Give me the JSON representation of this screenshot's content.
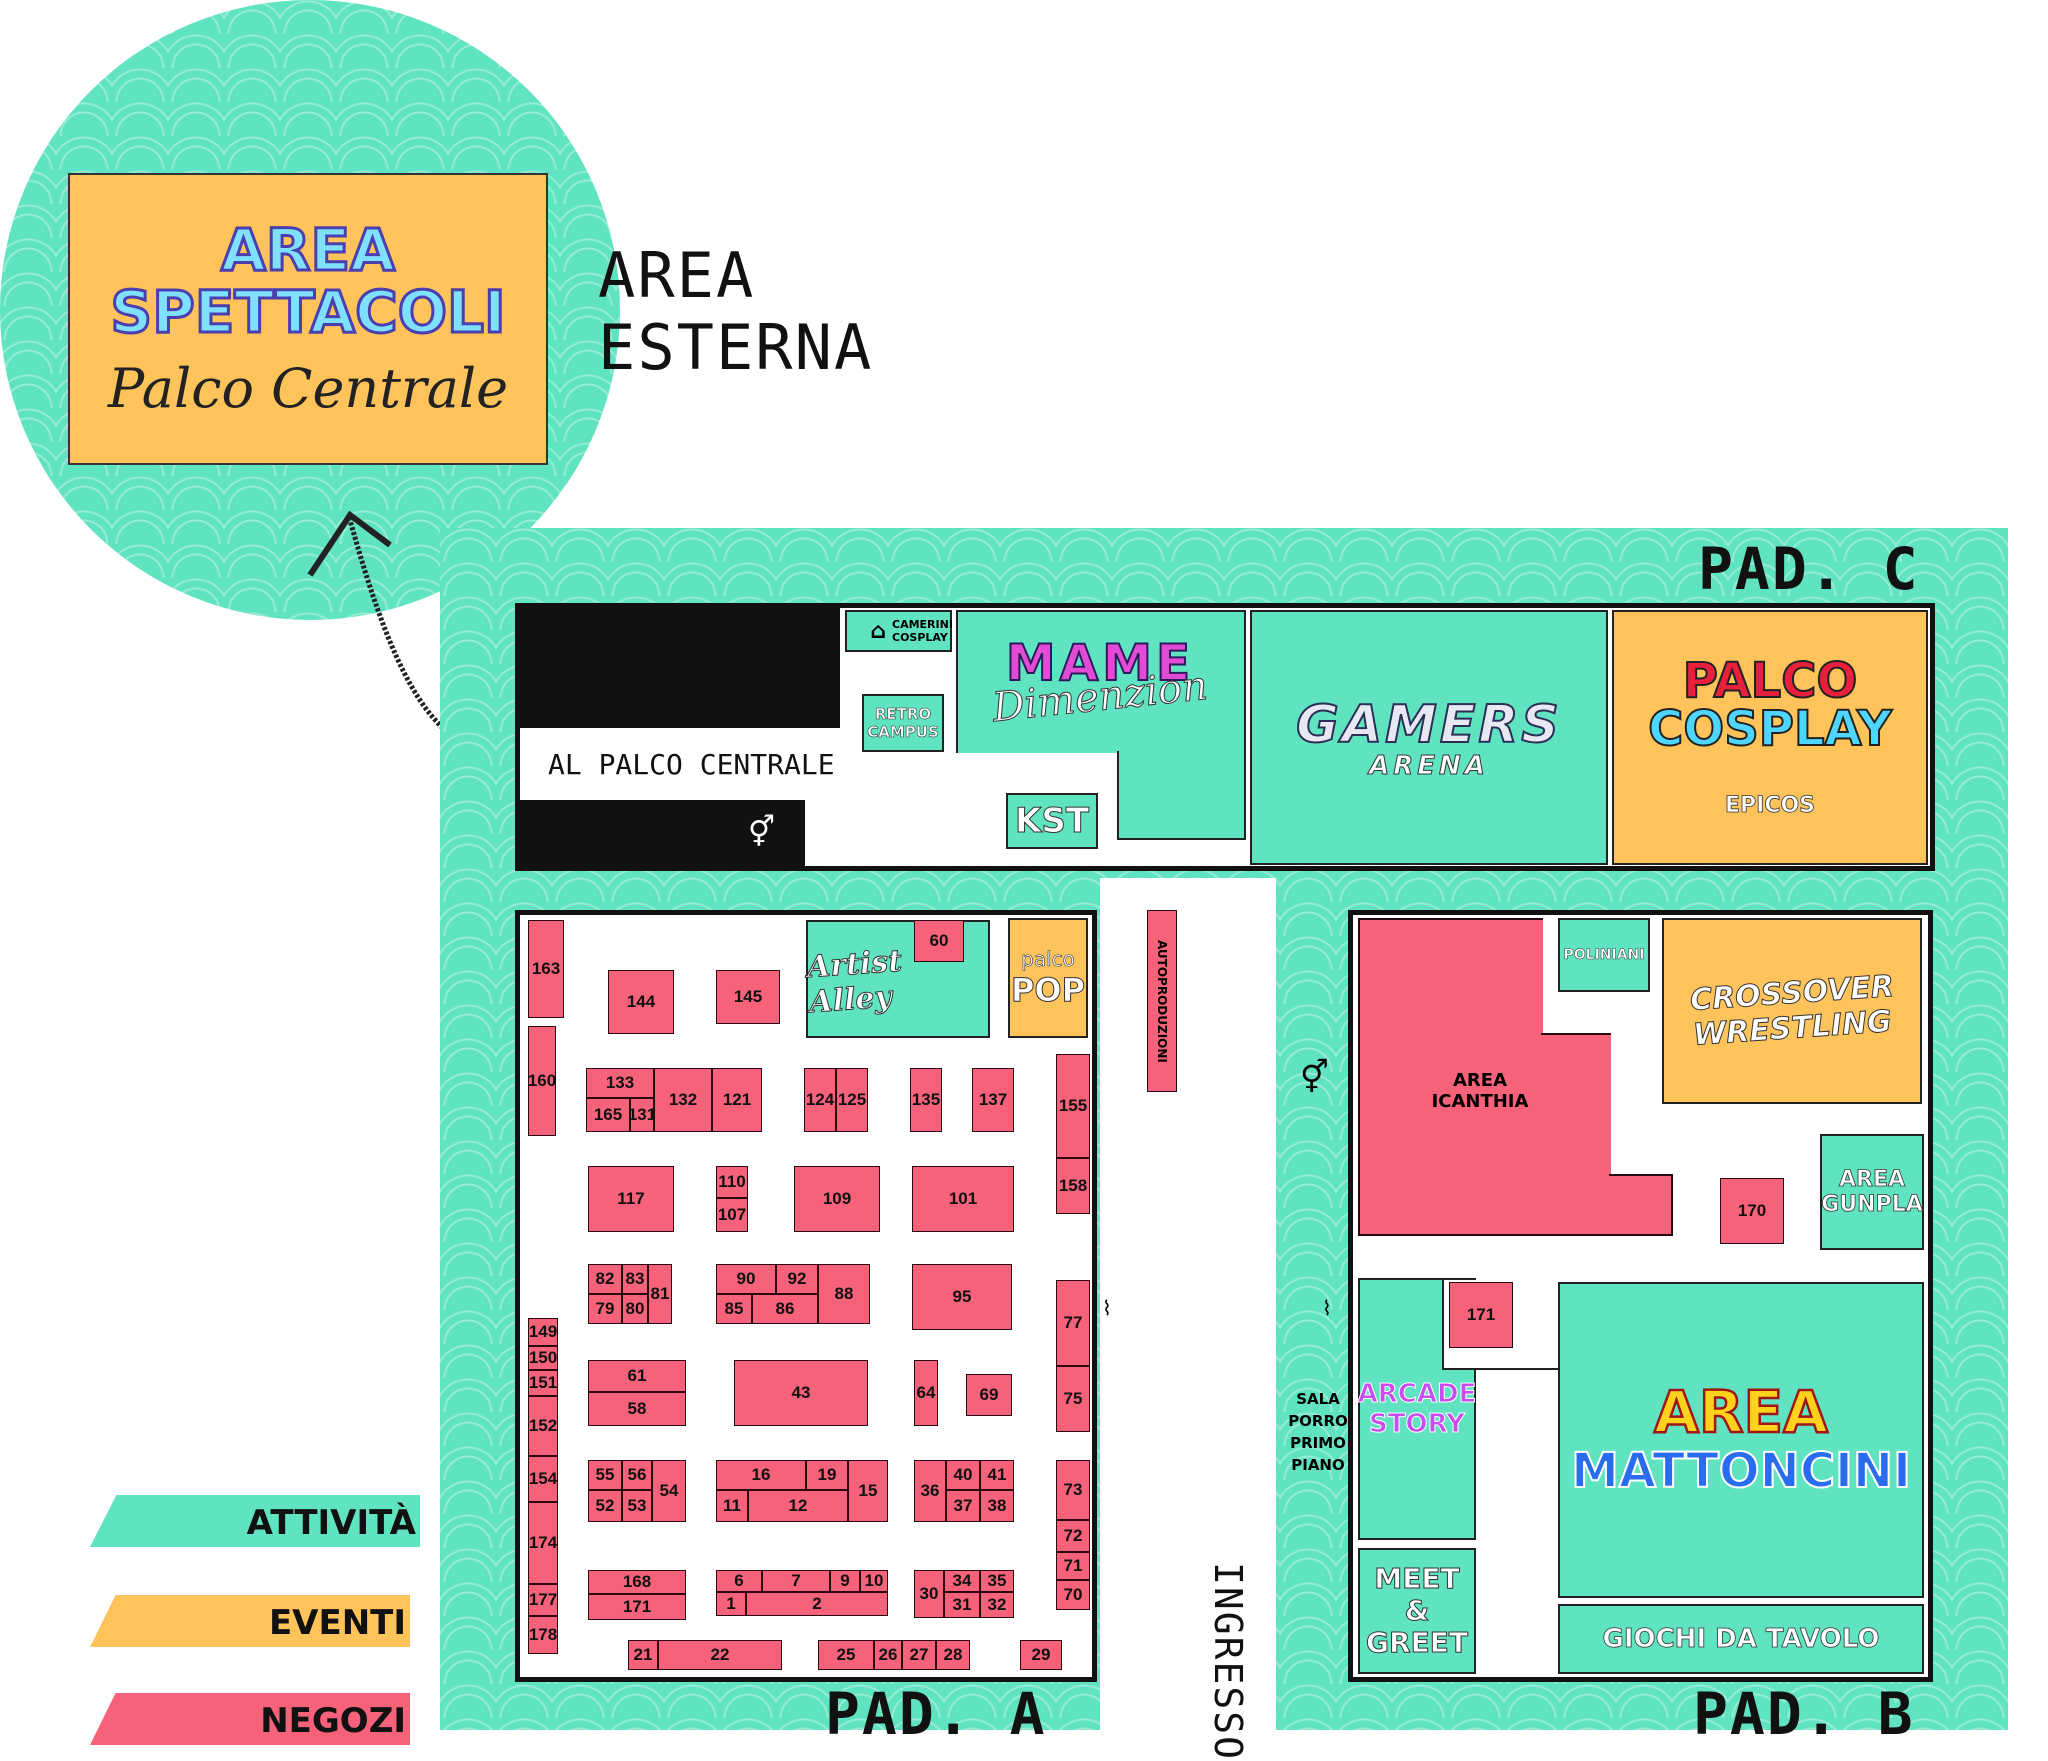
{
  "outdoor": {
    "title_line1": "AREA",
    "title_line2": "SPETTACOLI",
    "subtitle": "Palco Centrale",
    "label_line1": "AREA",
    "label_line2": "ESTERNA"
  },
  "pavilion_labels": {
    "a": "PAD. A",
    "b": "PAD. B",
    "c": "PAD. C",
    "entrance": "INGRESSO"
  },
  "pad_c": {
    "camerini": "CAMERINI COSPLAY",
    "retro": "RETRO CAMPUS",
    "to_stage": "AL PALCO CENTRALE",
    "kst": "KST",
    "mame": "MAME",
    "mame_sub": "Dimenzion",
    "gamers": "GAMERS",
    "gamers_sub": "ARENA",
    "palco": "PALCO",
    "cosplay": "COSPLAY",
    "epicos": "EPICOS"
  },
  "pad_a": {
    "artist_alley": "Artist Alley",
    "palco_pop_top": "palco",
    "palco_pop_bottom": "POP",
    "autoproduzioni": "AUTOPRODUZIONI",
    "stalls": [
      "163",
      "144",
      "145",
      "60",
      "160",
      "133",
      "165",
      "131",
      "132",
      "121",
      "124",
      "125",
      "135",
      "137",
      "155",
      "158",
      "117",
      "110",
      "107",
      "109",
      "101",
      "82",
      "83",
      "79",
      "80",
      "81",
      "90",
      "92",
      "85",
      "86",
      "88",
      "95",
      "77",
      "149",
      "150",
      "151",
      "152",
      "154",
      "174",
      "177",
      "178",
      "61",
      "58",
      "43",
      "64",
      "69",
      "75",
      "55",
      "56",
      "52",
      "53",
      "54",
      "16",
      "19",
      "11",
      "12",
      "15",
      "36",
      "40",
      "41",
      "37",
      "38",
      "73",
      "72",
      "71",
      "70",
      "168",
      "171",
      "6",
      "7",
      "9",
      "10",
      "1",
      "2",
      "30",
      "34",
      "35",
      "31",
      "32",
      "21",
      "22",
      "25",
      "26",
      "27",
      "28",
      "29"
    ]
  },
  "pad_b": {
    "poliniani": "POLINIANI",
    "crossover_1": "CROSSOVER",
    "crossover_2": "WRESTLING",
    "icanthia_1": "AREA",
    "icanthia_2": "ICANTHIA",
    "stall_170": "170",
    "gunpla_1": "AREA",
    "gunpla_2": "GUNPLA",
    "stall_171": "171",
    "arcade_1": "ARCADE",
    "arcade_2": "STORY",
    "mattoncini_1": "AREA",
    "mattoncini_2": "MATTONCINI",
    "meet_1": "MEET",
    "meet_2": "&",
    "meet_3": "GREET",
    "giochi": "GIOCHI DA TAVOLO"
  },
  "sala_porro": [
    "SALA",
    "PORRO",
    "PRIMO",
    "PIANO"
  ],
  "legend": {
    "items": [
      {
        "label": "ATTIVITÀ",
        "color": "#5fe3c0"
      },
      {
        "label": "EVENTI",
        "color": "#ffc35b"
      },
      {
        "label": "NEGOZI",
        "color": "#f6627a"
      }
    ]
  },
  "colors": {
    "attivita": "#5fe3c0",
    "eventi": "#ffc35b",
    "negozi": "#f6627a"
  }
}
